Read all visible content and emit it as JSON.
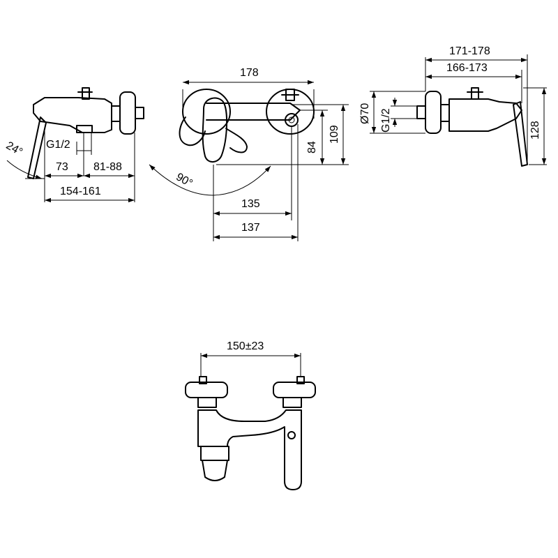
{
  "drawing": {
    "side_view_left": {
      "thread": "G1/2",
      "angle": "24°",
      "dim_a": "73",
      "dim_b": "81-88",
      "dim_c": "154-161"
    },
    "front_view": {
      "width": "178",
      "angle": "90°",
      "height_a": "84",
      "height_b": "109",
      "dim_a": "135",
      "dim_b": "137"
    },
    "side_view_right": {
      "dim_a": "171-178",
      "dim_b": "166-173",
      "diameter": "Ø70",
      "thread": "G1/2",
      "height": "128"
    },
    "top_view": {
      "spacing": "150±23"
    }
  }
}
